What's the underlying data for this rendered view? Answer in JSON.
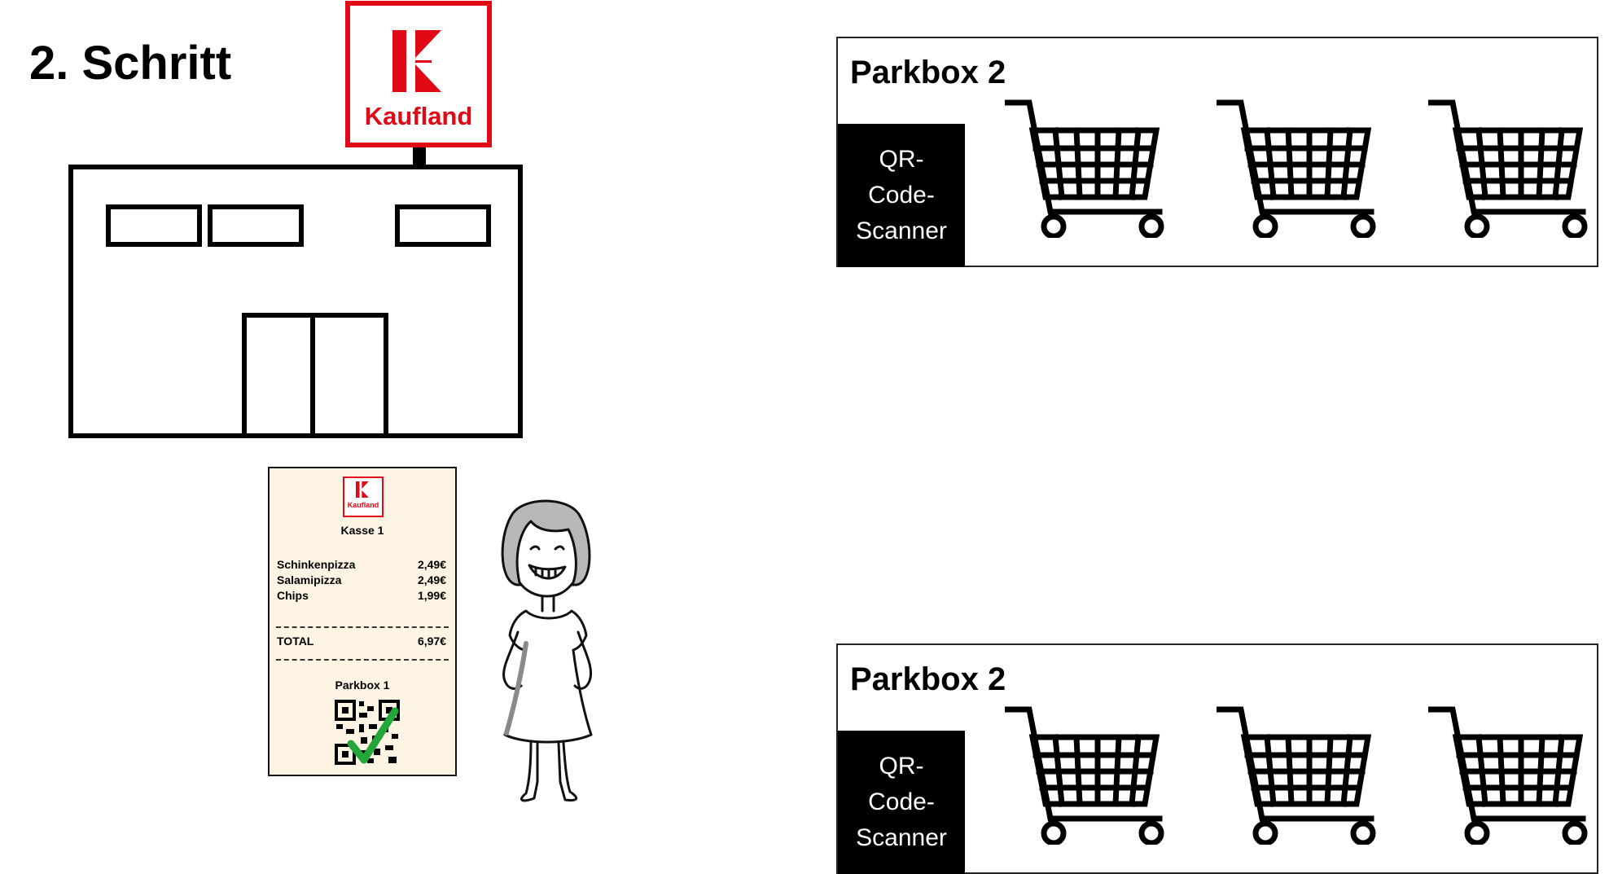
{
  "title": "2. Schritt",
  "store": {
    "brand": "Kaufland",
    "colors": {
      "brand_red": "#e10915",
      "receipt_bg": "#fdf4e3",
      "check_green": "#22a83a"
    }
  },
  "receipt": {
    "brand": "Kaufland",
    "register": "Kasse 1",
    "items": [
      {
        "name": "Schinkenpizza",
        "price": "2,49€"
      },
      {
        "name": "Salamipizza",
        "price": "2,49€"
      },
      {
        "name": "Chips",
        "price": "1,99€"
      }
    ],
    "total_label": "TOTAL",
    "total_value": "6,97€",
    "parkbox": "Parkbox 1"
  },
  "parkboxes": [
    {
      "title": "Parkbox 2",
      "scanner_lines": [
        "QR-",
        "Code-",
        "Scanner"
      ],
      "cart_count": 3
    },
    {
      "title": "Parkbox 2",
      "scanner_lines": [
        "QR-",
        "Code-",
        "Scanner"
      ],
      "cart_count": 3
    }
  ]
}
